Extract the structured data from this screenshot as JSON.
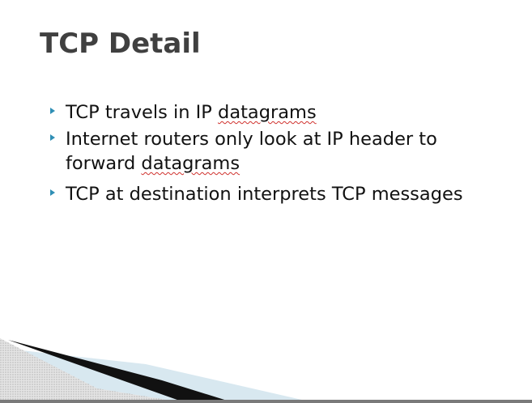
{
  "slide": {
    "title": "TCP Detail",
    "bullets": [
      {
        "text_before": "TCP travels in IP ",
        "flagged_word": "datagrams"
      },
      {
        "line1": "Internet routers only look at IP header to",
        "line2_before": "forward ",
        "flagged_word": "datagrams"
      },
      {
        "text": "TCP at destination interprets TCP messages"
      }
    ]
  },
  "colors": {
    "title": "#404040",
    "bullet_marker": "#2f8fb5",
    "spellcheck_underline": "#d0312d",
    "wedge_light": "#d8e8f0",
    "wedge_dark": "#111111"
  },
  "icons": {
    "bullet": "triangle-bullet-icon"
  }
}
